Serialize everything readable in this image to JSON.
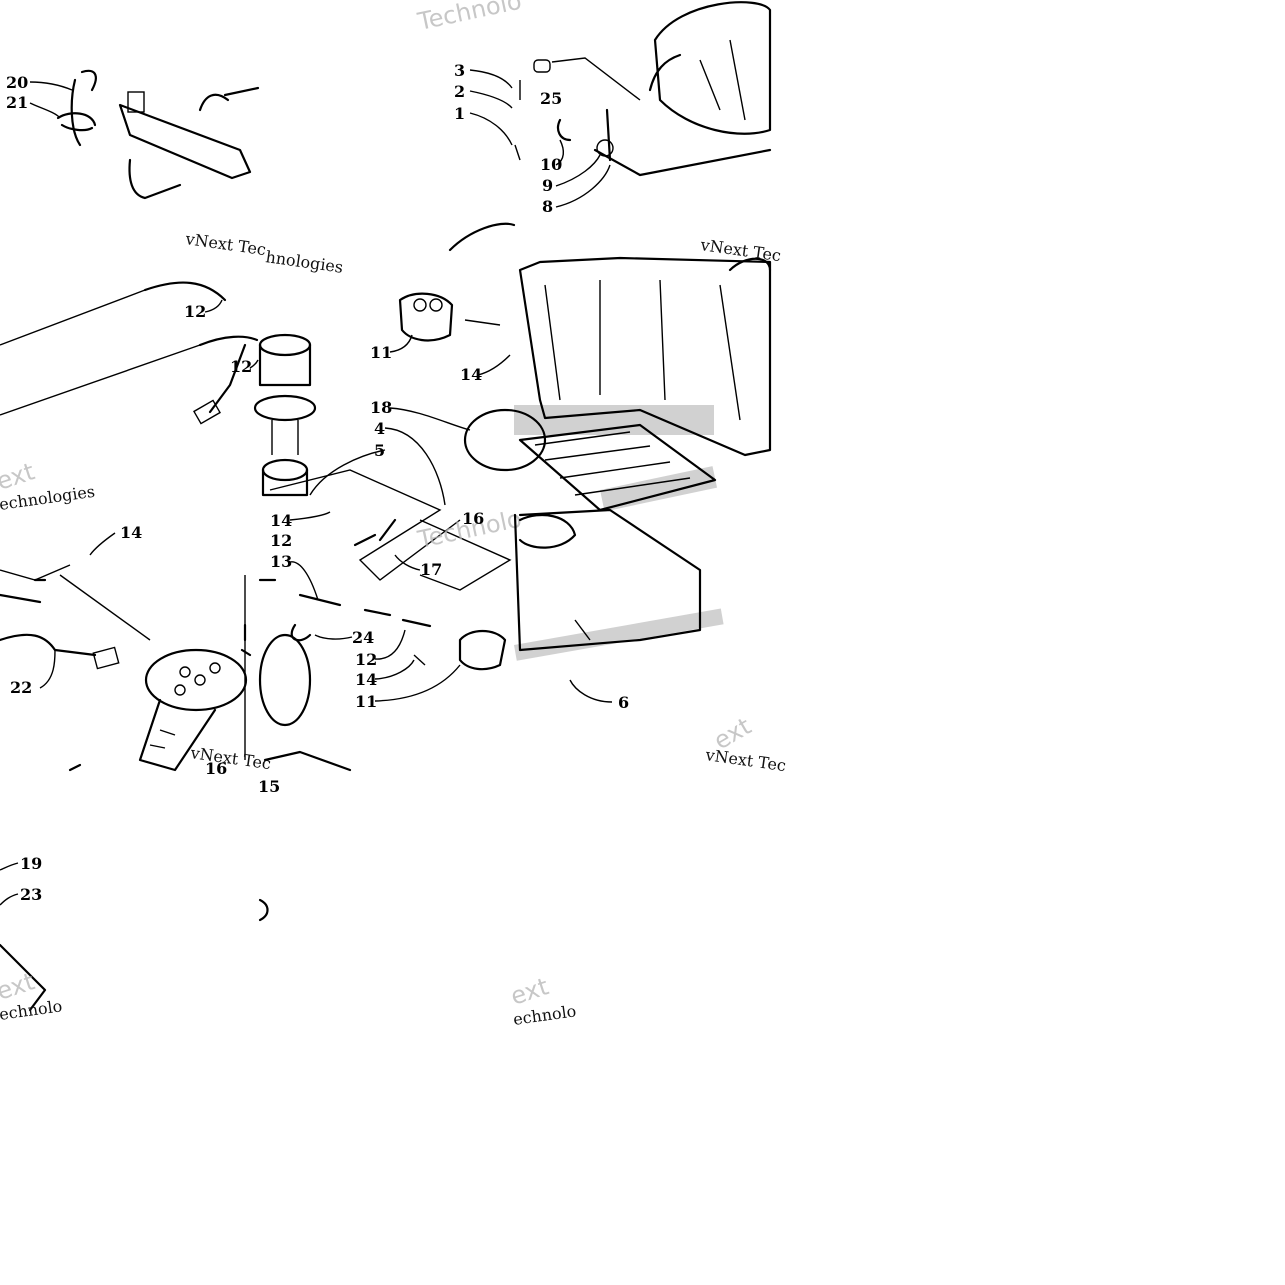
{
  "diagram": {
    "watermark_text": "vNext Technologies",
    "watermark_fragments": [
      "Technolo",
      "vNext Tec",
      "hnologies",
      "ext",
      "echnologies",
      "Technolo",
      "vNext Tec",
      "echnolog",
      "ext",
      "echnolo",
      "Techno"
    ],
    "part_callouts": {
      "p1": "1",
      "p2": "2",
      "p3": "3",
      "p4": "4",
      "p5": "5",
      "p6": "6",
      "p8": "8",
      "p9": "9",
      "p10": "10",
      "p11a": "11",
      "p11b": "11",
      "p12a": "12",
      "p12b": "12",
      "p12c": "12",
      "p12d": "12",
      "p13": "13",
      "p14a": "14",
      "p14b": "14",
      "p14c": "14",
      "p14d": "14",
      "p15": "15",
      "p16": "16",
      "p17": "17",
      "p18": "18",
      "p19": "19",
      "p20": "20",
      "p21": "21",
      "p22": "22",
      "p23": "23",
      "p24": "24",
      "p25": "25"
    }
  }
}
